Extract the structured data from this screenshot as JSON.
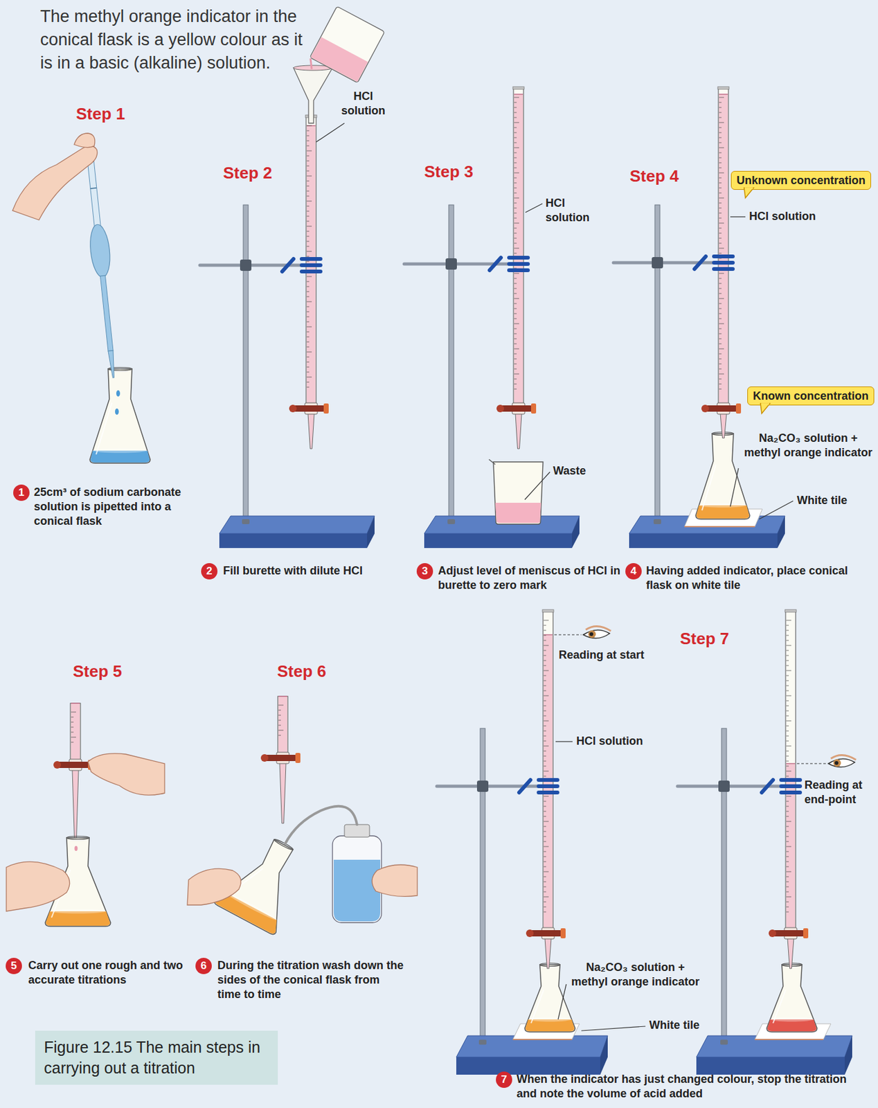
{
  "diagram": {
    "caption": "Figure 12.15 The main steps in carrying out a titration",
    "nodes": [
      {
        "text": [
          "1"
        ]
      },
      {
        "text": [
          "2"
        ]
      },
      {
        "text": [
          "3"
        ]
      },
      {
        "text": [
          "4"
        ]
      },
      {
        "text": [
          "Unknown concentration"
        ]
      },
      {
        "text": [
          "Known concentration"
        ]
      },
      {
        "text": [
          "5"
        ]
      },
      {
        "text": [
          "6"
        ]
      },
      {
        "text": [
          "7"
        ]
      }
    ],
    "labels": [
      "The methyl orange indicator in the conical flask is a yellow colour as it is in a basic (alkaline) solution.",
      "Step 1",
      "25cm³ of sodium carbonate solution is pipetted into a conical flask",
      "Step 2",
      "HCl solution",
      "Fill burette with dilute HCl",
      "Step 3",
      "HCl solution",
      "Waste",
      "Adjust level of meniscus of HCl in burette to zero mark",
      "Step 4",
      "HCl solution",
      "Na₂CO₃ solution + methyl orange indicator",
      "White tile",
      "Having added indicator, place conical flask on white tile",
      "Step 5",
      "Carry out one rough and two accurate titrations",
      "Step 6",
      "During the titration wash down the sides of the conical flask from time to time",
      "Reading at start",
      "HCl solution",
      "Na₂CO₃ solution + methyl orange indicator",
      "White tile",
      "Step 7",
      "Reading at end-point",
      "When the indicator has just changed colour, stop the titration and note the volume of acid added"
    ]
  }
}
